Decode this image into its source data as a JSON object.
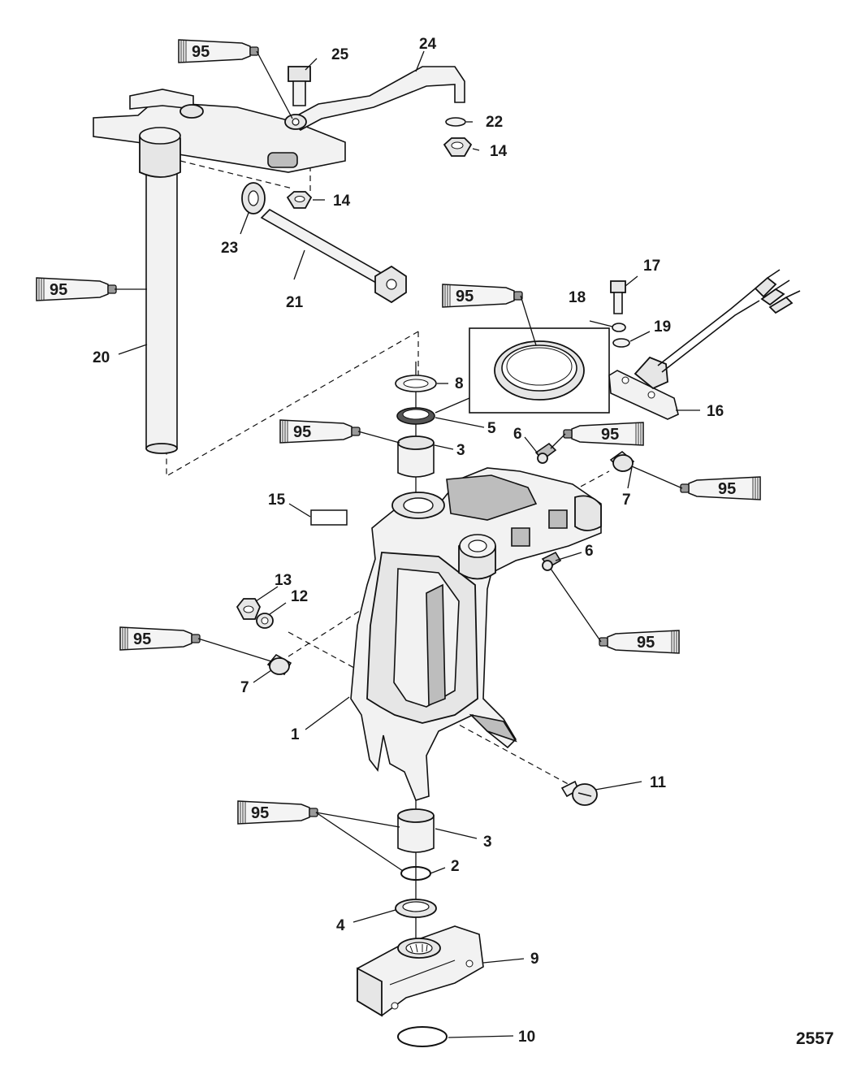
{
  "figure_number": "2557",
  "lubricant_label": "95",
  "callouts": {
    "c1": "1",
    "c2": "2",
    "c3a": "3",
    "c3b": "3",
    "c4": "4",
    "c5": "5",
    "c6a": "6",
    "c6b": "6",
    "c7a": "7",
    "c7b": "7",
    "c8": "8",
    "c9": "9",
    "c10": "10",
    "c11": "11",
    "c12": "12",
    "c13": "13",
    "c14a": "14",
    "c14b": "14",
    "c15": "15",
    "c16": "16",
    "c17": "17",
    "c18": "18",
    "c19": "19",
    "c20": "20",
    "c21": "21",
    "c22": "22",
    "c23": "23",
    "c24": "24",
    "c25": "25"
  }
}
